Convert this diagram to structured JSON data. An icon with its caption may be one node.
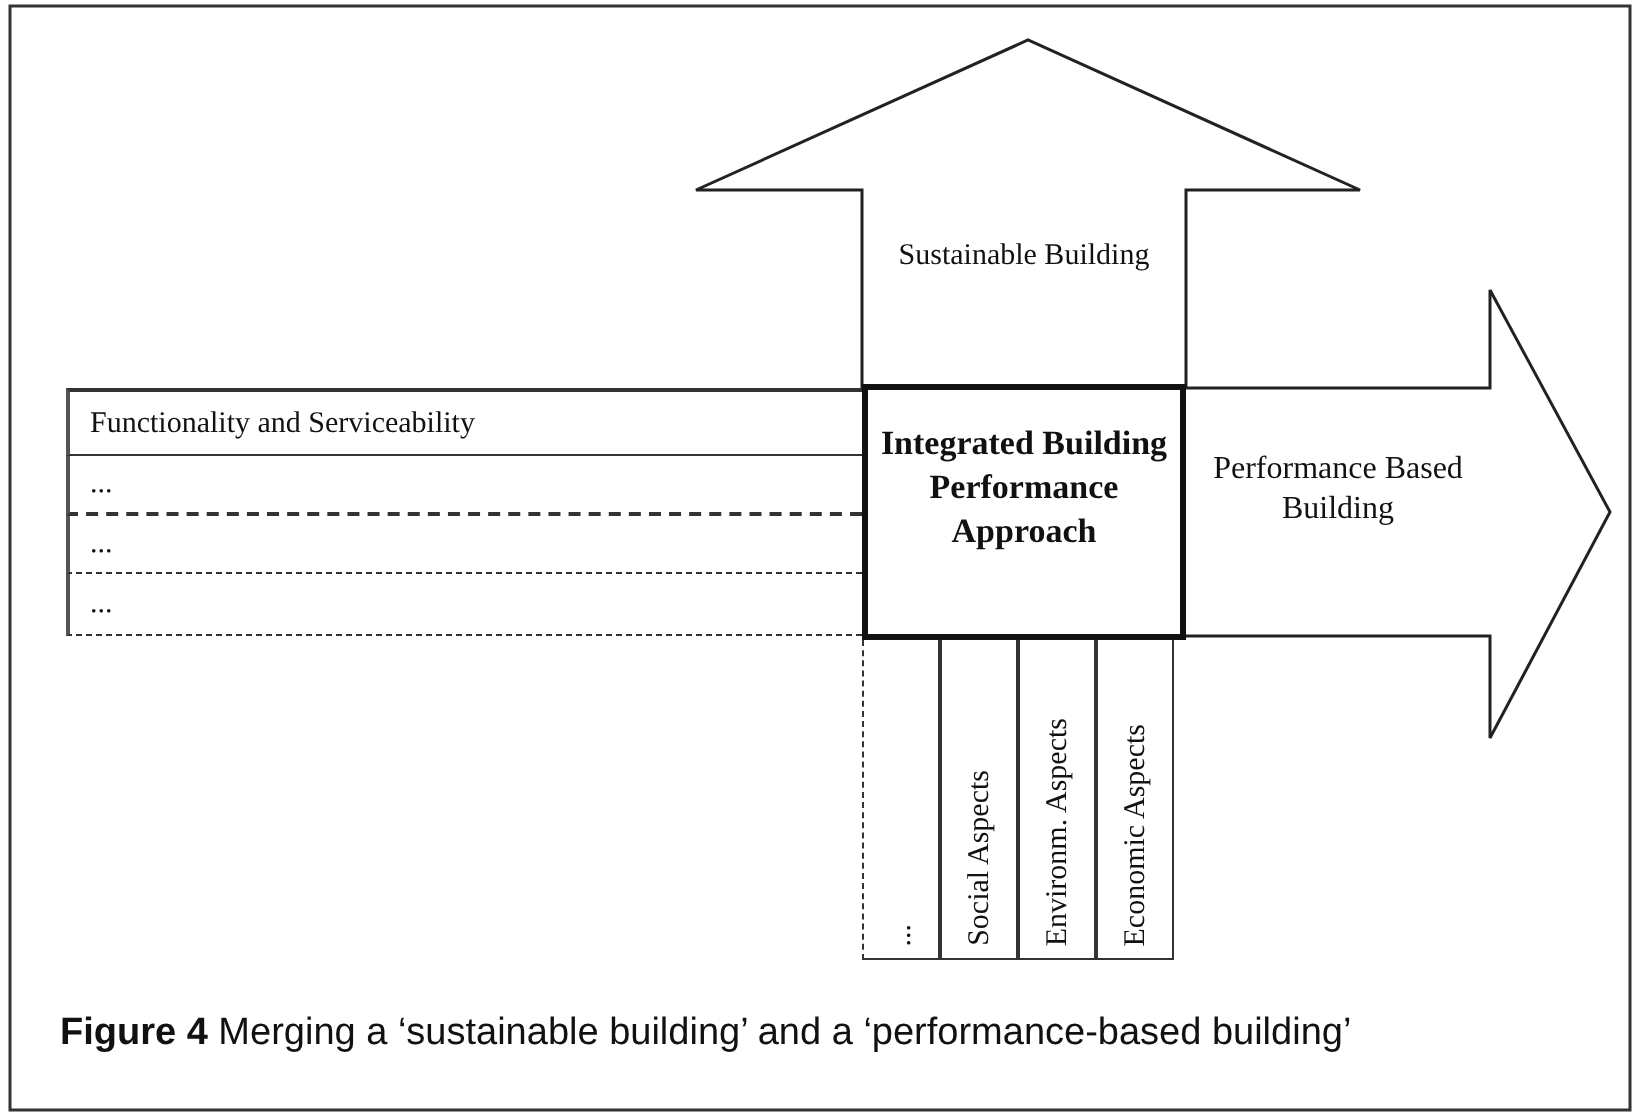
{
  "diagram": {
    "caption": "**Figure 4**   Merging a ‘sustainable building’ and a ‘performance-based building’",
    "nodes": [
      {
        "text": [
          "Sustainable Building"
        ]
      },
      {
        "text": [
          "Functionality and Serviceability"
        ]
      },
      {
        "text": [
          "..."
        ]
      },
      {
        "text": [
          "..."
        ]
      },
      {
        "text": [
          "..."
        ]
      },
      {
        "text": [
          "Integrated Building Performance Approach"
        ]
      },
      {
        "text": [
          "Performance Based Building"
        ]
      },
      {
        "text": [
          "..."
        ]
      },
      {
        "text": [
          "Social Aspects"
        ]
      },
      {
        "text": [
          "Environm. Aspects"
        ]
      },
      {
        "text": [
          "Economic Aspects"
        ]
      }
    ],
    "edges": []
  }
}
